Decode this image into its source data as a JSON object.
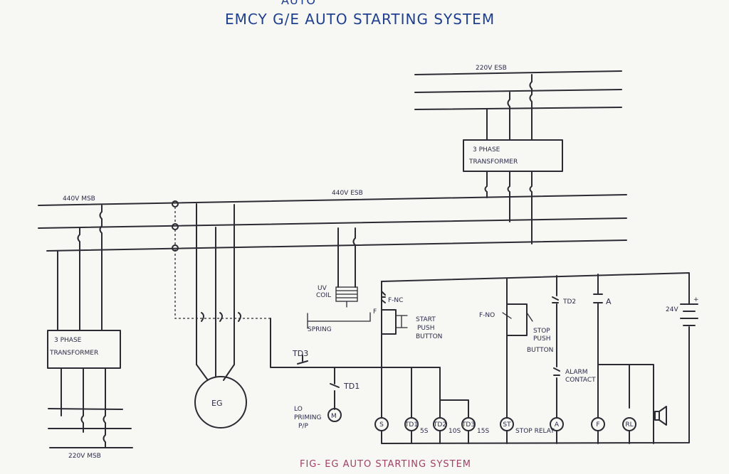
{
  "title": {
    "top_fragment": "AUTO",
    "main": "EMCY G/E AUTO STARTING SYSTEM"
  },
  "caption": "FIG- EG AUTO STARTING SYSTEM",
  "buses": {
    "esb_220": "220V ESB",
    "msb_440": "440V MSB",
    "esb_440": "440V ESB",
    "msb_220": "220V MSB"
  },
  "transformers": {
    "upper": {
      "line1": "3 PHASE",
      "line2": "TRANSFORMER"
    },
    "lower": {
      "line1": "3 PHASE",
      "line2": "TRANSFORMER"
    }
  },
  "generator": {
    "label": "EG"
  },
  "control": {
    "uv_coil": {
      "line1": "UV",
      "line2": "COIL"
    },
    "spring": "SPRING",
    "f_nc": "F-NC",
    "f_label": "F",
    "start_push_button": {
      "line1": "START",
      "line2": "PUSH",
      "line3": "BUTTON"
    },
    "f_no": "F-NO",
    "stop_push_button": {
      "line1": "STOP",
      "line2": "PUSH",
      "line3": "BUTTON"
    },
    "td2": "TD2",
    "a_contact": "A",
    "alarm_contact": {
      "line1": "ALARM",
      "line2": "CONTACT"
    },
    "battery": "24V",
    "battery_plus": "+",
    "td3": "TD3",
    "td1": "TD1",
    "lo_priming_pump": {
      "line1": "LO",
      "line2": "PRIMING",
      "line3": "P/P"
    },
    "motor": "M"
  },
  "coils": [
    {
      "symbol": "S",
      "label": ""
    },
    {
      "symbol": "TD1",
      "label": "5S"
    },
    {
      "symbol": "TD2",
      "label": "10S"
    },
    {
      "symbol": "TD3",
      "label": "15S"
    },
    {
      "symbol": "ST",
      "label": "STOP RELAY"
    },
    {
      "symbol": "A",
      "label": ""
    },
    {
      "symbol": "F",
      "label": ""
    },
    {
      "symbol": "RL",
      "label": ""
    }
  ]
}
